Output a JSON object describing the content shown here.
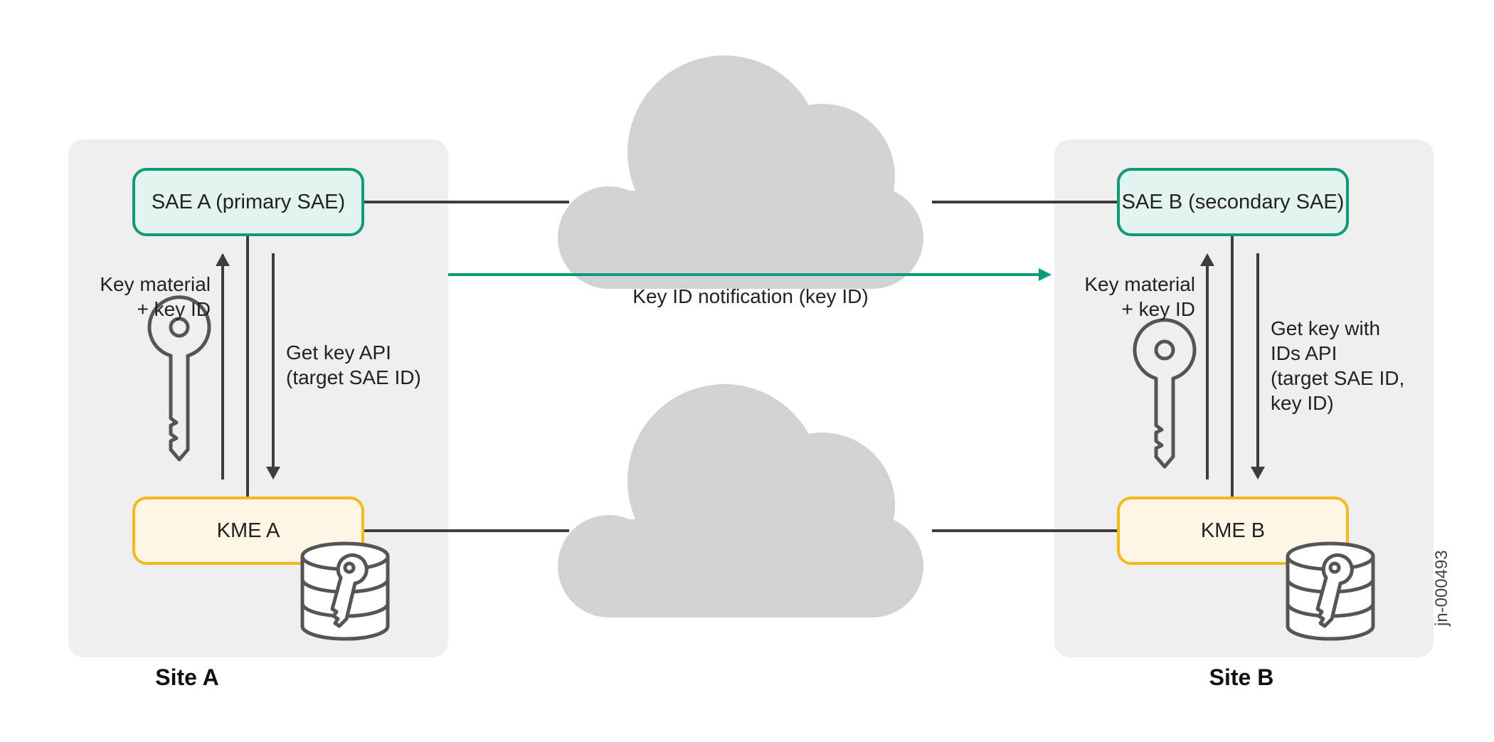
{
  "colors": {
    "site_bg": "#efefef",
    "sae_border": "#0d9b77",
    "sae_fill": "#e3f3ef",
    "kme_border": "#f7b81c",
    "kme_fill": "#fef7e6",
    "cloud": "#d1d2d4",
    "line": "#3d3d3d",
    "arrow_accent": "#0d9b77",
    "icon": "#555555"
  },
  "site_a": {
    "label": "Site A",
    "sae": "SAE A (primary SAE)",
    "kme": "KME A",
    "up_label": "Key material\n+ key ID",
    "down_label": "Get key API\n(target SAE ID)"
  },
  "site_b": {
    "label": "Site B",
    "sae": "SAE B (secondary SAE)",
    "kme": "KME B",
    "up_label": "Key material\n+ key ID",
    "down_label": "Get key with\nIDs API\n(target SAE ID,\nkey ID)"
  },
  "notification_label": "Key ID notification (key ID)",
  "figure_id": "jn-000493",
  "icons": [
    "key-icon",
    "key-database-icon",
    "cloud-icon"
  ]
}
